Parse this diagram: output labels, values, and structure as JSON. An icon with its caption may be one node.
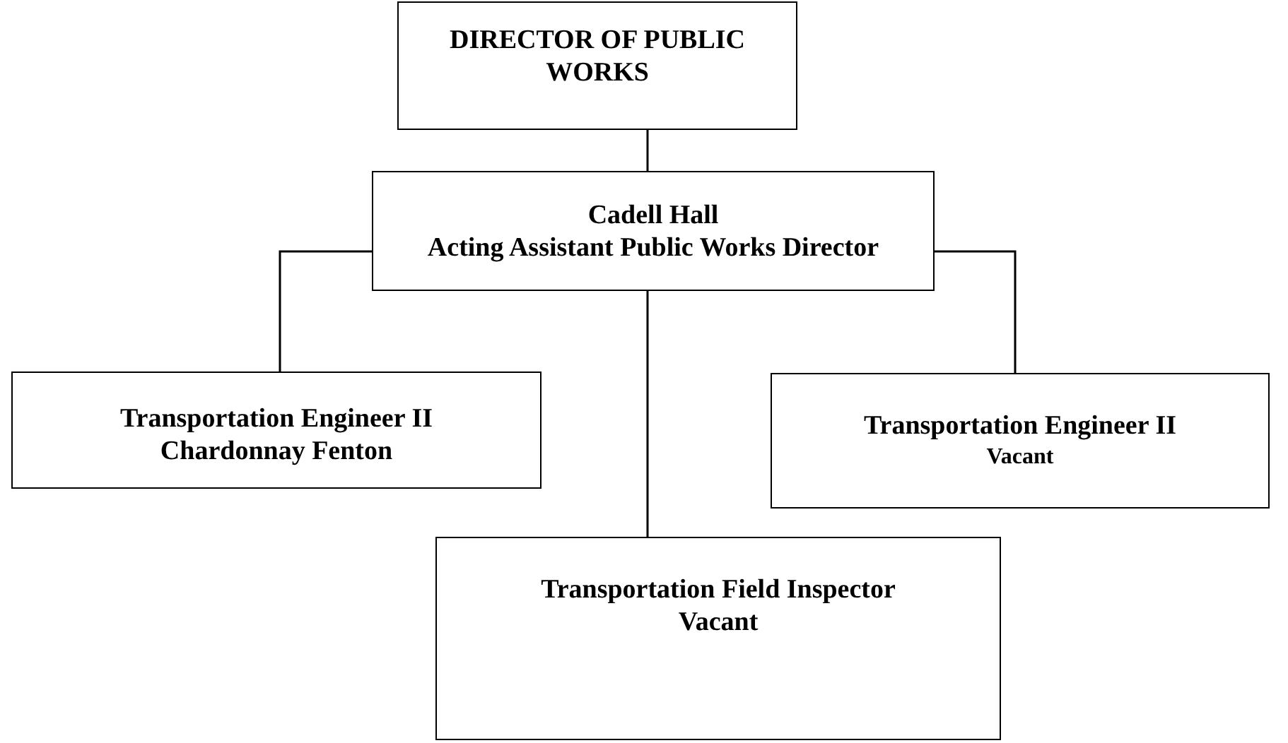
{
  "diagram": {
    "nodes": [
      {
        "text": [
          "DIRECTOR OF PUBLIC WORKS"
        ]
      },
      {
        "text": [
          "Cadell Hall",
          "Acting Assistant Public Works Director"
        ]
      },
      {
        "text": [
          "Transportation Engineer II",
          "Chardonnay Fenton"
        ]
      },
      {
        "text": [
          "Transportation Engineer II",
          "Vacant"
        ]
      },
      {
        "text": [
          "Transportation Field Inspector",
          "Vacant"
        ]
      }
    ],
    "edges": [
      {
        "from": 0,
        "to": 1,
        "arrow": "none"
      },
      {
        "from": 1,
        "to": 2,
        "arrow": "none"
      },
      {
        "from": 1,
        "to": 3,
        "arrow": "none"
      },
      {
        "from": 1,
        "to": 4,
        "arrow": "none"
      }
    ]
  }
}
